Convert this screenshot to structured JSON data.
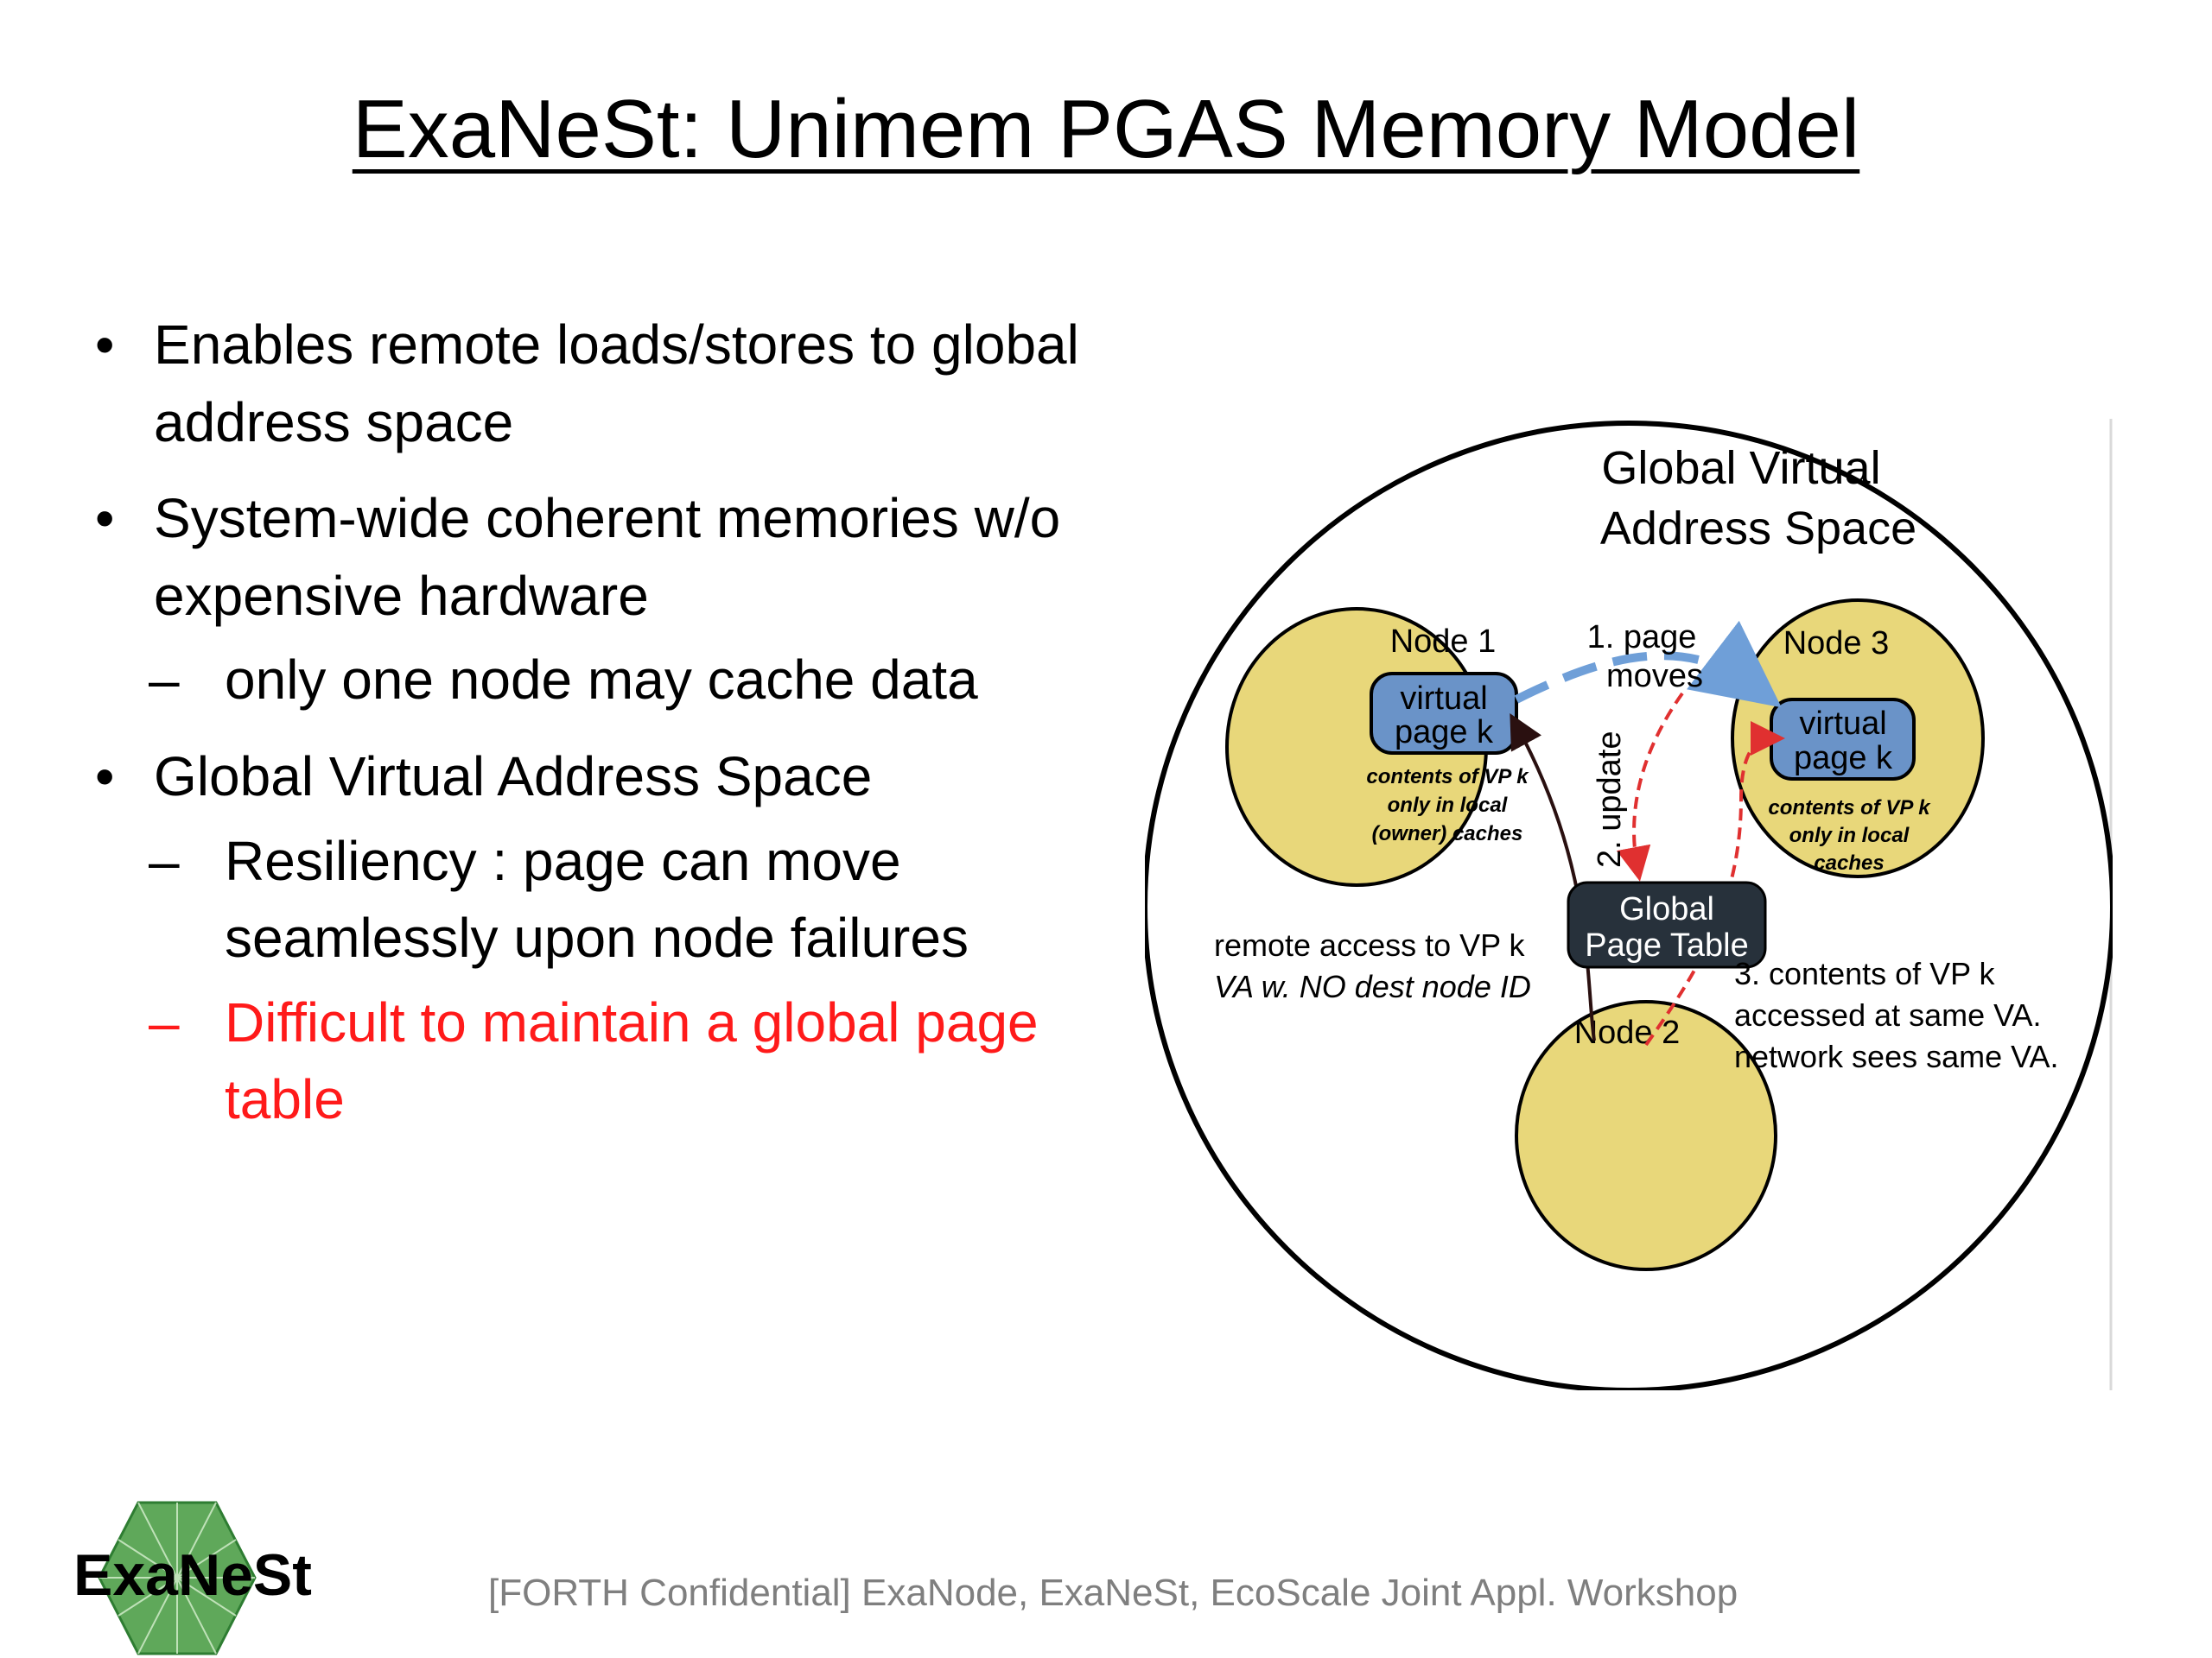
{
  "slide": {
    "title": "ExaNeSt: Unimem PGAS Memory Model",
    "bullets": [
      {
        "text": "Enables remote loads/stores to global address space"
      },
      {
        "text": "System-wide coherent memories w/o expensive hardware"
      },
      {
        "text": "only one node may cache data"
      },
      {
        "text": "Global Virtual Address Space"
      },
      {
        "text": "Resiliency : page can move seamlessly upon node failures"
      },
      {
        "text": "Difficult to maintain a global page table",
        "color": "#ff1a1a"
      }
    ]
  },
  "diagram": {
    "outer_label_line1": "Global Virtual",
    "outer_label_line2": "Address Space",
    "node1": {
      "title": "Node 1",
      "page_line1": "virtual",
      "page_line2": "page k",
      "note_line1": "contents of VP k",
      "note_line2": "only in local",
      "note_line3": "(owner) caches"
    },
    "node3": {
      "title": "Node 3",
      "page_line1": "virtual",
      "page_line2": "page k",
      "note_line1": "contents of VP k",
      "note_line2": "only in local",
      "note_line3": "caches"
    },
    "node2": {
      "title": "Node 2"
    },
    "page_moves_line1": "1. page",
    "page_moves_line2": "moves",
    "update_label": "2. update",
    "global_page_table_line1": "Global",
    "global_page_table_line2": "Page Table",
    "remote_access_line1": "remote access to VP k",
    "remote_access_line2": "VA w. NO dest node ID",
    "contents_line1": "3. contents of VP k",
    "contents_line2": "accessed at same VA.",
    "contents_line3": "network sees same VA.",
    "colors": {
      "node_fill": "#e8d77a",
      "page_fill": "#6a93c8",
      "move_arrow": "#6f9fd8",
      "update_arrow": "#e03030",
      "table_fill": "#27313b"
    }
  },
  "footer": {
    "text": "[FORTH Confidential] ExaNode, ExaNeSt, EcoScale Joint Appl. Workshop",
    "logo_text": "ExaNeSt"
  }
}
